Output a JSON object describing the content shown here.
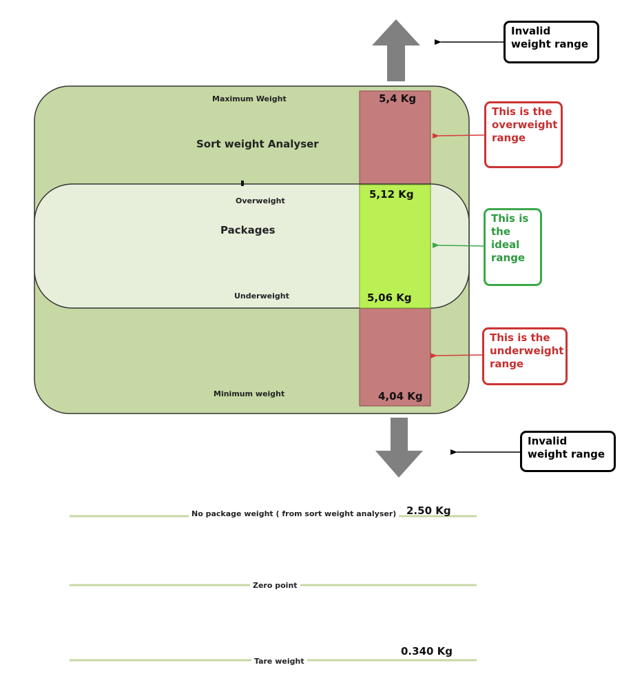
{
  "analyser": {
    "title": "Sort weight Analyser",
    "max_label": "Maximum Weight",
    "min_label": "Minimum weight",
    "max_value": "5,4 Kg",
    "min_value": "4,04 Kg"
  },
  "packages": {
    "title": "Packages",
    "over_label": "Overweight",
    "under_label": "Underweight",
    "over_value": "5,12 Kg",
    "under_value": "5,06 Kg"
  },
  "callouts": {
    "invalid_top": "Invalid weight range",
    "overweight": "This is the overweight range",
    "ideal": "This is the ideal range",
    "underweight": "This is the underweight range",
    "invalid_bottom": "Invalid weight range"
  },
  "scale_lines": {
    "no_package_label": "No package weight  ( from sort weight analyser)",
    "no_package_value": "2.50 Kg",
    "zero_label": "Zero point",
    "tare_label": "Tare weight",
    "tare_value": "0.340 Kg"
  },
  "colors": {
    "analyser_fill": "#c6d8a4",
    "packages_fill": "#e9f0de",
    "out_of_range_fill": "#c47c7c",
    "ideal_fill": "#bbf055",
    "arrow_gray": "#808080",
    "scale_line": "#c6d8a4"
  }
}
